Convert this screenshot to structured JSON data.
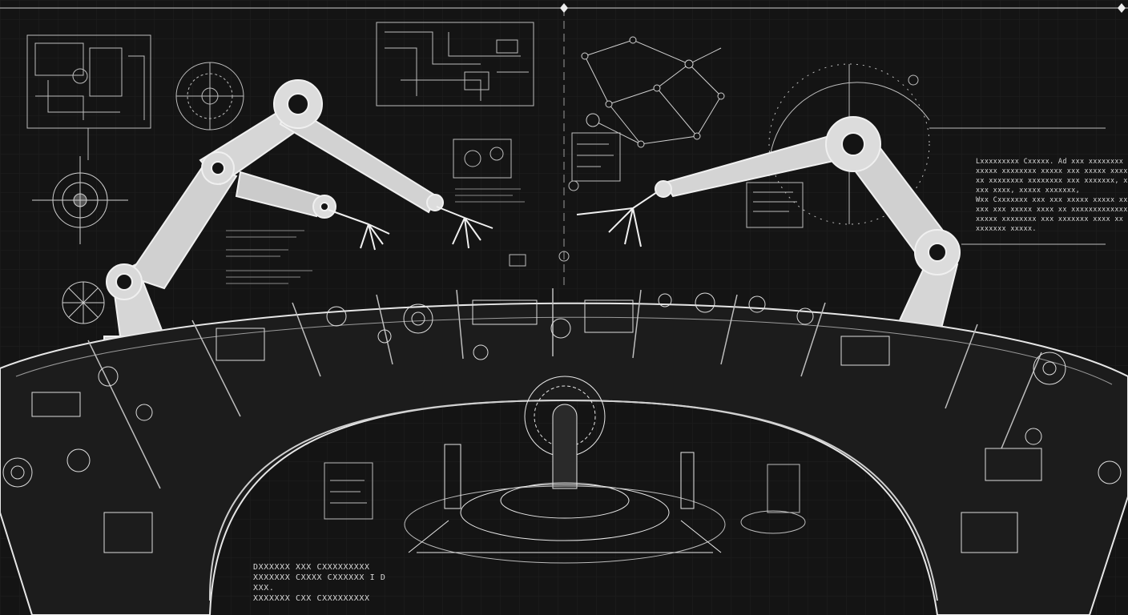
{
  "illustration": {
    "subject": "robot-arms-control-console-blueprint",
    "colors": {
      "background": "#141414",
      "line": "#e8e8e8",
      "dim_line": "#6a6a6a",
      "arm_fill": "#cfcfcf"
    }
  },
  "annotations": {
    "right_block": [
      "Lxxxxxxxxx Cxxxxx. Ad  xxx xxxxxxxx",
      "xxxxx xxxxxxxx xxxxx xxx xxxxx xxxxxxx",
      "xx xxxxxxxx xxxxxxxx xxx xxxxxxx, xx",
      "xxx xxxx,   xxxxx xxxxxxx,",
      "Wxx Cxxxxxxx xxx xxx xxxxx xxxxx xx",
      "xxx xxx xxxxx xxxx xx xxxxxxxxxxxxx.",
      "xxxxx xxxxxxxx xxx xxxxxxx xxxx xx xxx",
      "xxxxxxx xxxxx."
    ],
    "bottom_left": [
      "DXXXXXX  XXX  CXXXXXXXXX",
      "XXXXXXX CXXXX CXXXXXX I  D",
      "XXX.",
      "XXXXXXX  CXX  CXXXXXXXXX"
    ]
  }
}
